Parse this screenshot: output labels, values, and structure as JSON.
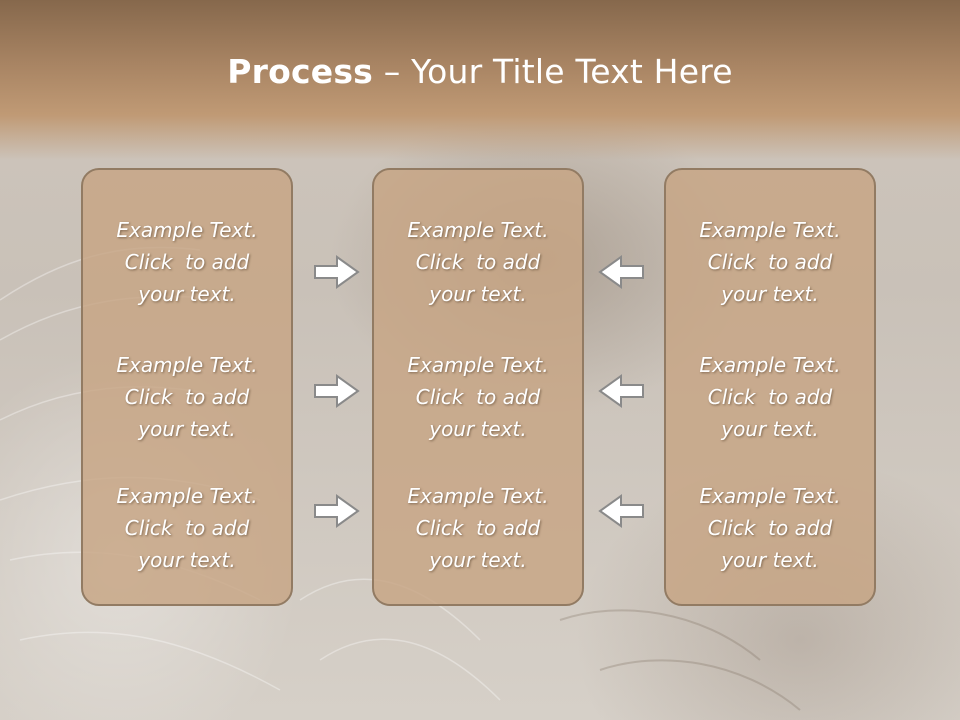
{
  "slide": {
    "title_strong": "Process",
    "title_rest": " – Your Title Text Here",
    "colors": {
      "header": "#a88463",
      "box_fill": "#c7a584",
      "box_border": "#927b63",
      "arrow_stroke": "#8a8a8a"
    },
    "columns": [
      {
        "blocks": [
          {
            "line1": "Example Text.",
            "line2": "Click  to add",
            "line3": "your text."
          },
          {
            "line1": "Example Text.",
            "line2": "Click  to add",
            "line3": "your text."
          },
          {
            "line1": "Example Text.",
            "line2": "Click  to add",
            "line3": "your text."
          }
        ]
      },
      {
        "blocks": [
          {
            "line1": "Example Text.",
            "line2": "Click  to add",
            "line3": "your text."
          },
          {
            "line1": "Example Text.",
            "line2": "Click  to add",
            "line3": "your text."
          },
          {
            "line1": "Example Text.",
            "line2": "Click  to add",
            "line3": "your text."
          }
        ]
      },
      {
        "blocks": [
          {
            "line1": "Example Text.",
            "line2": "Click  to add",
            "line3": "your text."
          },
          {
            "line1": "Example Text.",
            "line2": "Click  to add",
            "line3": "your text."
          },
          {
            "line1": "Example Text.",
            "line2": "Click  to add",
            "line3": "your text."
          }
        ]
      }
    ],
    "arrows": {
      "left_group": {
        "direction": "right",
        "icon": "arrow-right-icon"
      },
      "right_group": {
        "direction": "left",
        "icon": "arrow-left-icon"
      }
    }
  }
}
